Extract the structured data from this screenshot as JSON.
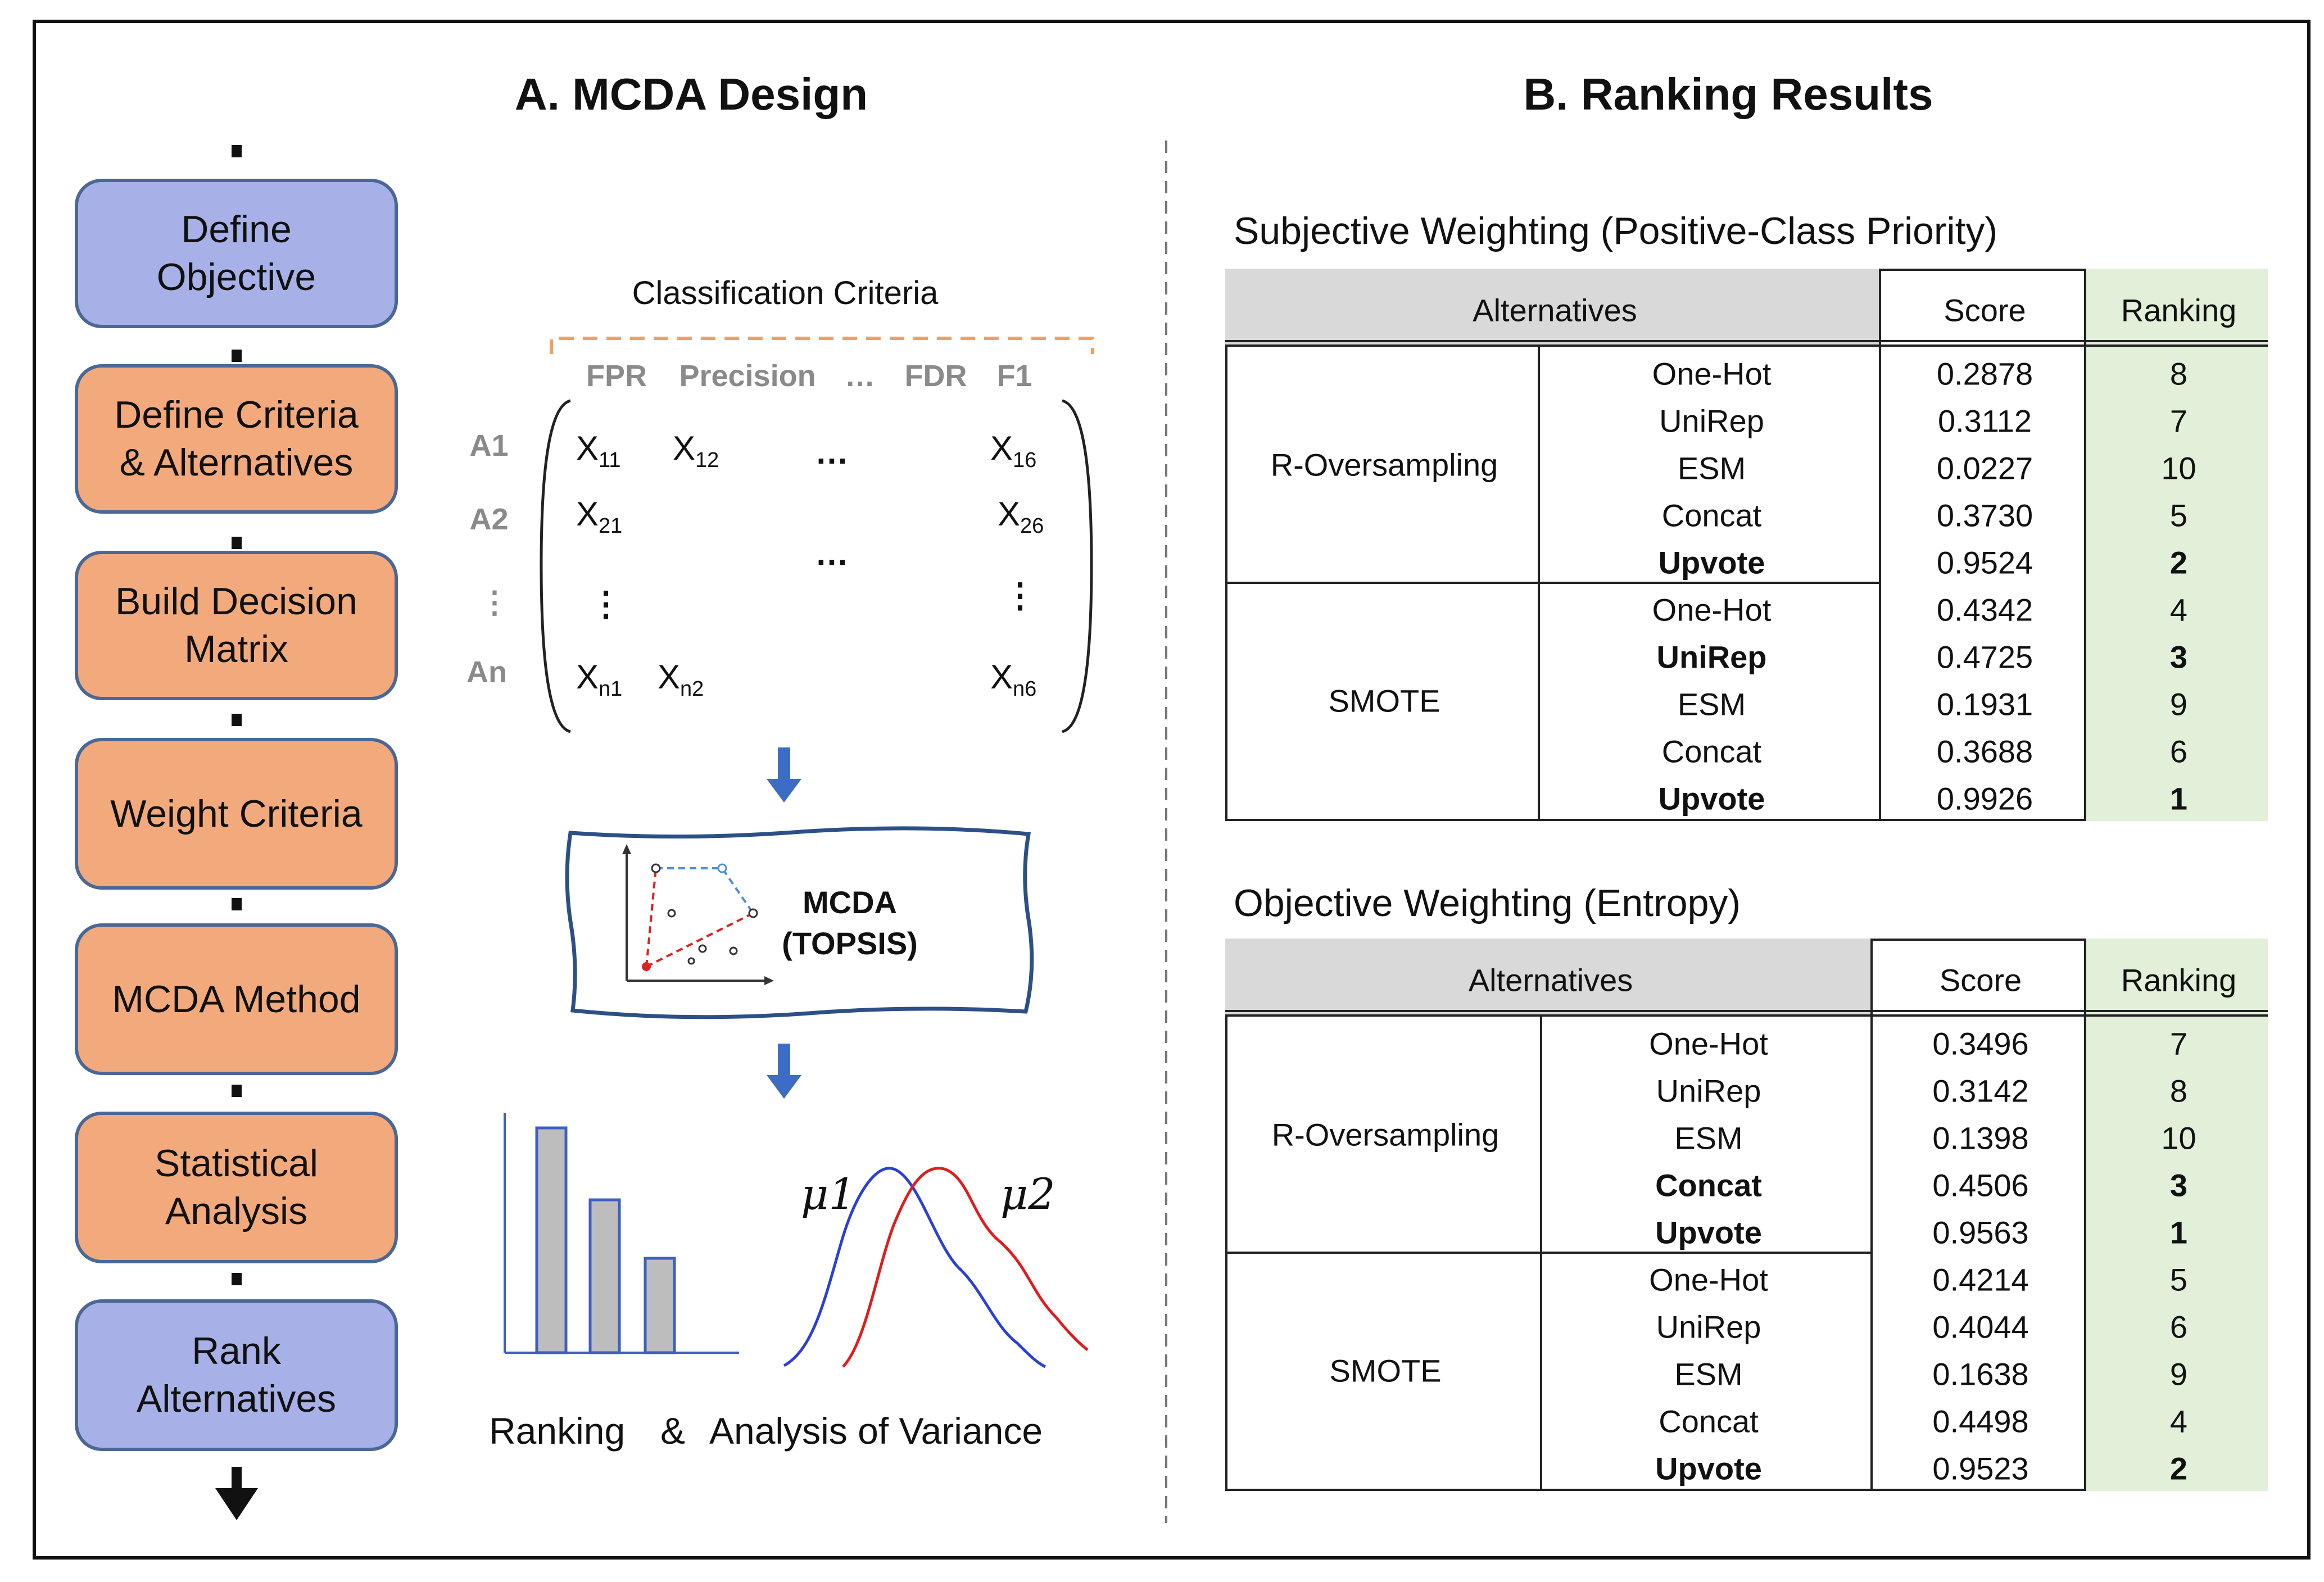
{
  "sections": {
    "a_title": "A. MCDA Design",
    "b_title": "B. Ranking Results"
  },
  "workflow": {
    "steps": [
      {
        "label": "Define\nObjective",
        "color": "#a7b1e8"
      },
      {
        "label": "Define Criteria\n& Alternatives",
        "color": "#f2aa7c"
      },
      {
        "label": "Build Decision\nMatrix",
        "color": "#f2aa7c"
      },
      {
        "label": "Weight Criteria",
        "color": "#f2aa7c"
      },
      {
        "label": "MCDA Method",
        "color": "#f2aa7c"
      },
      {
        "label": "Statistical\nAnalysis",
        "color": "#f2aa7c"
      },
      {
        "label": "Rank\nAlternatives",
        "color": "#a7b1e8"
      }
    ]
  },
  "matrix": {
    "criteria_title": "Classification Criteria",
    "columns": [
      "FPR",
      "Precision",
      "…",
      "FDR",
      "F1"
    ],
    "rows": [
      "A1",
      "A2",
      "⋮",
      "An"
    ],
    "cells": {
      "x11": {
        "base": "X",
        "sub": "11"
      },
      "x12": {
        "base": "X",
        "sub": "12"
      },
      "x16": {
        "base": "X",
        "sub": "16"
      },
      "x21": {
        "base": "X",
        "sub": "21"
      },
      "x26": {
        "base": "X",
        "sub": "26"
      },
      "xn1": {
        "base": "X",
        "sub": "n1"
      },
      "xn2": {
        "base": "X",
        "sub": "n2"
      },
      "xn6": {
        "base": "X",
        "sub": "n6"
      }
    },
    "ellipsis": "…",
    "vdots": "⋮"
  },
  "topsis": {
    "label": "MCDA\n(TOPSIS)"
  },
  "analysis": {
    "mu1": "μ1",
    "mu2": "μ2",
    "caption_left": "Ranking",
    "caption_amp": "&",
    "caption_right": "Analysis of Variance",
    "bar_heights_relative": [
      1.0,
      0.68,
      0.42
    ]
  },
  "tables": [
    {
      "title": "Subjective Weighting (Positive-Class Priority)",
      "headers": {
        "alternatives": "Alternatives",
        "score": "Score",
        "ranking": "Ranking"
      },
      "groups": [
        "R-Oversampling",
        "SMOTE"
      ],
      "rows": [
        {
          "alt": "One-Hot",
          "score": "0.2878",
          "rank": "8",
          "bold": false
        },
        {
          "alt": "UniRep",
          "score": "0.3112",
          "rank": "7",
          "bold": false
        },
        {
          "alt": "ESM",
          "score": "0.0227",
          "rank": "10",
          "bold": false
        },
        {
          "alt": "Concat",
          "score": "0.3730",
          "rank": "5",
          "bold": false
        },
        {
          "alt": "Upvote",
          "score": "0.9524",
          "rank": "2",
          "bold": true
        },
        {
          "alt": "One-Hot",
          "score": "0.4342",
          "rank": "4",
          "bold": false
        },
        {
          "alt": "UniRep",
          "score": "0.4725",
          "rank": "3",
          "bold": true
        },
        {
          "alt": "ESM",
          "score": "0.1931",
          "rank": "9",
          "bold": false
        },
        {
          "alt": "Concat",
          "score": "0.3688",
          "rank": "6",
          "bold": false
        },
        {
          "alt": "Upvote",
          "score": "0.9926",
          "rank": "1",
          "bold": true
        }
      ]
    },
    {
      "title": "Objective Weighting (Entropy)",
      "headers": {
        "alternatives": "Alternatives",
        "score": "Score",
        "ranking": "Ranking"
      },
      "groups": [
        "R-Oversampling",
        "SMOTE"
      ],
      "rows": [
        {
          "alt": "One-Hot",
          "score": "0.3496",
          "rank": "7",
          "bold": false
        },
        {
          "alt": "UniRep",
          "score": "0.3142",
          "rank": "8",
          "bold": false
        },
        {
          "alt": "ESM",
          "score": "0.1398",
          "rank": "10",
          "bold": false
        },
        {
          "alt": "Concat",
          "score": "0.4506",
          "rank": "3",
          "bold": true
        },
        {
          "alt": "Upvote",
          "score": "0.9563",
          "rank": "1",
          "bold": true
        },
        {
          "alt": "One-Hot",
          "score": "0.4214",
          "rank": "5",
          "bold": false
        },
        {
          "alt": "UniRep",
          "score": "0.4044",
          "rank": "6",
          "bold": false
        },
        {
          "alt": "ESM",
          "score": "0.1638",
          "rank": "9",
          "bold": false
        },
        {
          "alt": "Concat",
          "score": "0.4498",
          "rank": "4",
          "bold": false
        },
        {
          "alt": "Upvote",
          "score": "0.9523",
          "rank": "2",
          "bold": true
        }
      ]
    }
  ],
  "colors": {
    "header_gray": "#d9d9d9",
    "ranking_green": "#e2efd9",
    "blue_step": "#a7b1e8",
    "orange_step": "#f2aa7c",
    "arrow_blue": "#3d6cc4"
  }
}
